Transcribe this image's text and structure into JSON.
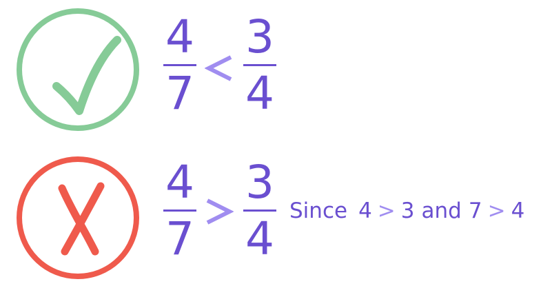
{
  "colors": {
    "correct": "#86cb97",
    "incorrect": "#ef5a4c",
    "fraction": "#6a4fd0",
    "operator": "#a08df0"
  },
  "rows": [
    {
      "status_icon": "check-circle-icon",
      "left": {
        "numerator": "4",
        "denominator": "7"
      },
      "operator": "<",
      "right": {
        "numerator": "3",
        "denominator": "4"
      }
    },
    {
      "status_icon": "x-circle-icon",
      "left": {
        "numerator": "4",
        "denominator": "7"
      },
      "operator": ">",
      "right": {
        "numerator": "3",
        "denominator": "4"
      }
    }
  ],
  "explanation": {
    "prefix": "Since",
    "a1": "4",
    "op1": ">",
    "b1": "3",
    "conj": "and",
    "a2": "7",
    "op2": ">",
    "b2": "4"
  }
}
